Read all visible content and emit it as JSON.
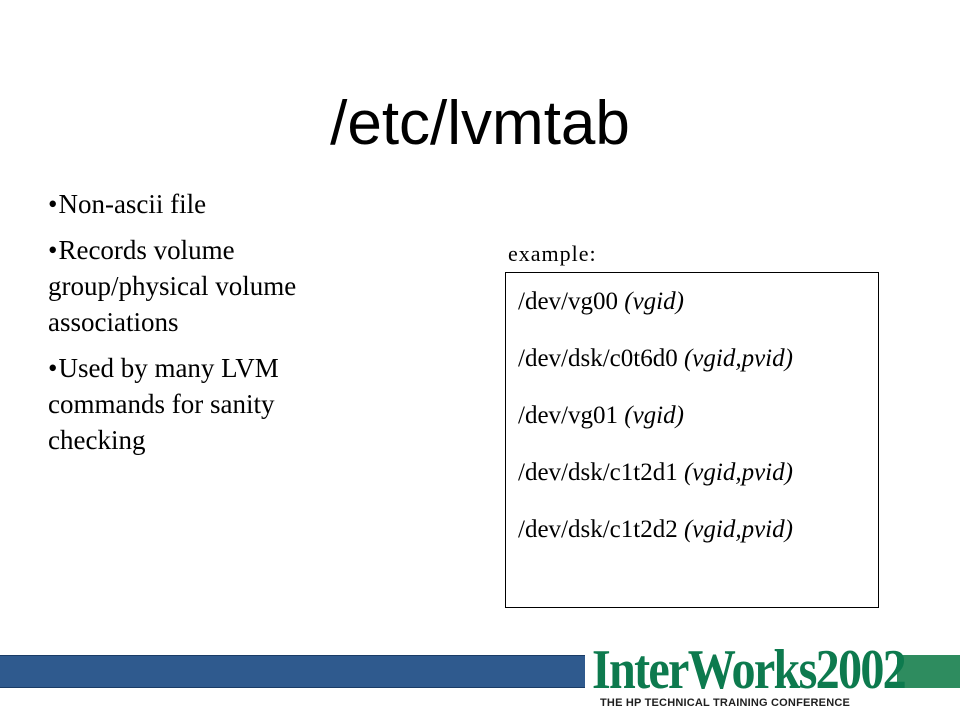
{
  "slide": {
    "title": "/etc/lvmtab",
    "bullets": [
      "Non-ascii file",
      "Records volume group/physical volume associations",
      "Used by many LVM commands for sanity checking"
    ],
    "example_label": "example:",
    "entries": [
      {
        "path": "/dev/vg00",
        "ids": "(vgid)"
      },
      {
        "path": "/dev/dsk/c0t6d0",
        "ids": "(vgid,pvid)"
      },
      {
        "path": "/dev/vg01",
        "ids": "(vgid)"
      },
      {
        "path": "/dev/dsk/c1t2d1",
        "ids": "(vgid,pvid)"
      },
      {
        "path": "/dev/dsk/c1t2d2",
        "ids": "(vgid,pvid)"
      }
    ]
  },
  "footer": {
    "logo_text": "InterWorks",
    "logo_year": "2002",
    "logo_tagline": "THE HP TECHNICAL TRAINING CONFERENCE",
    "colors": {
      "bar_blue": "#2f5a8e",
      "bar_green": "#2e8c5f",
      "logo_green": "#0d7a4e"
    }
  }
}
